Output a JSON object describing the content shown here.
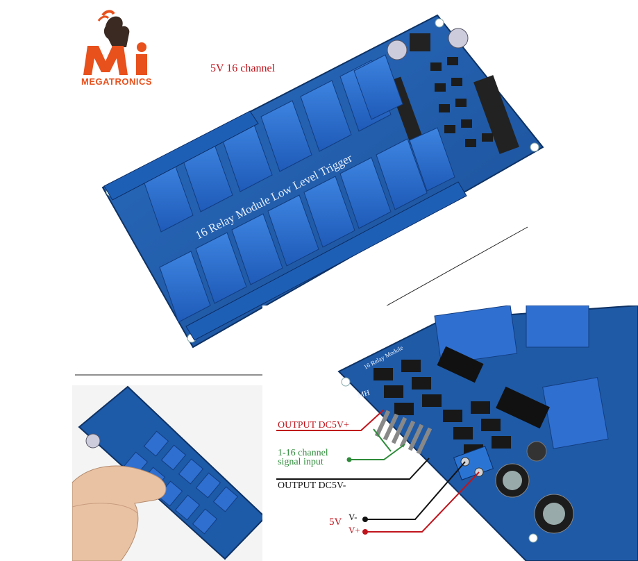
{
  "brand": {
    "name": "MEGATRONICS",
    "mark": "MI"
  },
  "caption": "5V 16 channel",
  "board": {
    "silkscreen": "16 Relay Module Low Level Trigger",
    "detail_silkscreen": "16 Relay Module",
    "mh": "MH"
  },
  "wiring": {
    "output_plus": "OUTPUT DC5V+",
    "signal_line1": "1-16 channel",
    "signal_line2": "signal input",
    "output_minus": "OUTPUT DC5V-",
    "supply": "5V",
    "v_minus": "V-",
    "v_plus": "V+"
  },
  "colors": {
    "brand_orange": "#e8501c",
    "label_red": "#c0141c",
    "label_green": "#2e8b3a",
    "pcb_blue": "#1d5aa8",
    "relay_blue": "#2f6fd0"
  }
}
